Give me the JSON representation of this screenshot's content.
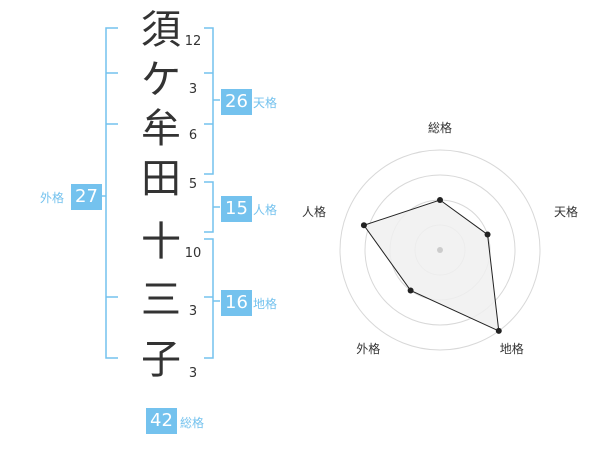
{
  "name": {
    "characters": [
      {
        "char": "須",
        "strokes": "12"
      },
      {
        "char": "ケ",
        "strokes": "3"
      },
      {
        "char": "牟",
        "strokes": "6"
      },
      {
        "char": "田",
        "strokes": "5"
      },
      {
        "char": "十",
        "strokes": "10"
      },
      {
        "char": "三",
        "strokes": "3"
      },
      {
        "char": "子",
        "strokes": "3"
      }
    ]
  },
  "fortune": {
    "tenkaku": {
      "label": "天格",
      "value": "26"
    },
    "jinkaku": {
      "label": "人格",
      "value": "15"
    },
    "chikaku": {
      "label": "地格",
      "value": "16"
    },
    "gaikaku": {
      "label": "外格",
      "value": "27"
    },
    "soukaku": {
      "label": "総格",
      "value": "42"
    }
  },
  "chart_data": {
    "type": "radar",
    "axes": [
      "総格",
      "天格",
      "地格",
      "外格",
      "人格"
    ],
    "rings": 4,
    "values": [
      0.5,
      0.5,
      1.0,
      0.5,
      0.8
    ]
  },
  "colors": {
    "accent": "#74c2ee",
    "text": "#333333",
    "radar_ring": "#d8d8d8",
    "radar_fill": "#f0f0f0",
    "radar_line": "#222222"
  }
}
